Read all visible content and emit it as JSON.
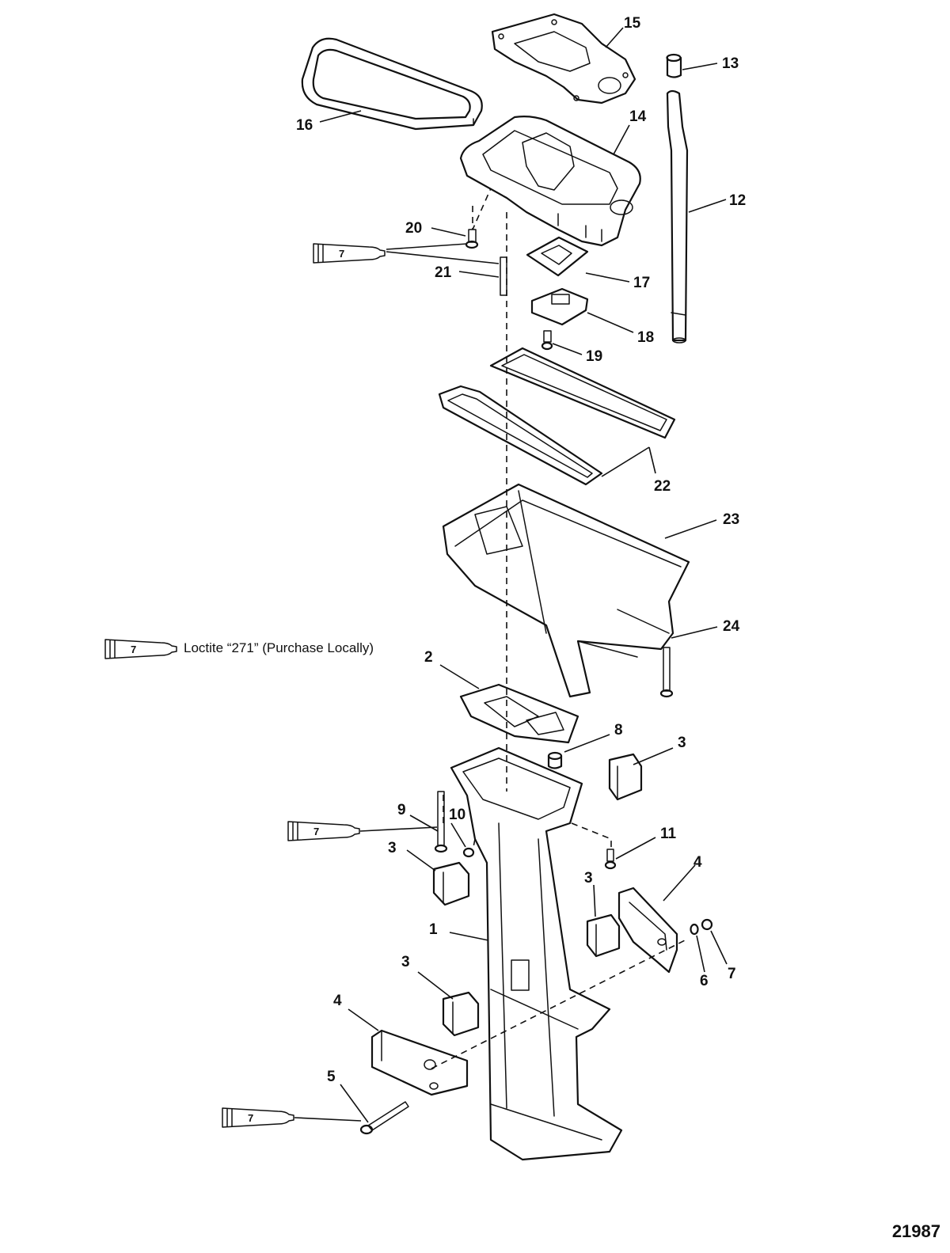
{
  "callouts": {
    "c1": "1",
    "c2": "2",
    "c3a": "3",
    "c3b": "3",
    "c3c": "3",
    "c3d": "3",
    "c4a": "4",
    "c4b": "4",
    "c5": "5",
    "c6": "6",
    "c7": "7",
    "c8": "8",
    "c9": "9",
    "c10": "10",
    "c11": "11",
    "c12": "12",
    "c13": "13",
    "c14": "14",
    "c15": "15",
    "c16": "16",
    "c17": "17",
    "c18": "18",
    "c19": "19",
    "c20": "20",
    "c21": "21",
    "c22": "22",
    "c23": "23",
    "c24": "24"
  },
  "sealant": {
    "tube_label": "7",
    "legend_text": "Loctite “271” (Purchase Locally)"
  },
  "figure_id": "21987"
}
